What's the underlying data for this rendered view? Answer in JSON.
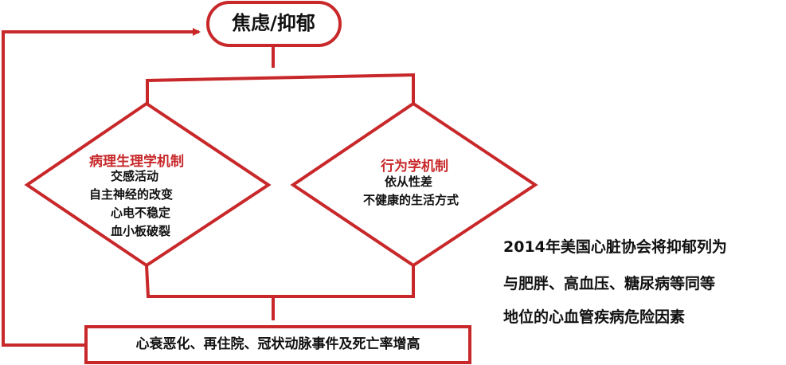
{
  "colors": {
    "accent": "#c8282a",
    "text": "#111111",
    "background": "#ffffff"
  },
  "top_node": {
    "label": "焦虑/抑郁"
  },
  "left_mechanism": {
    "title": "病理生理学机制",
    "items": [
      "交感活动",
      "自主神经的改变",
      "心电不稳定",
      "血小板破裂"
    ]
  },
  "right_mechanism": {
    "title": "行为学机制",
    "items": [
      "依从性差",
      "不健康的生活方式"
    ]
  },
  "outcome": {
    "label": "心衰恶化、再住院、冠状动脉事件及死亡率增高"
  },
  "note": {
    "lines": [
      "2014年美国心脏协会将抑郁列为",
      "与肥胖、高血压、糖尿病等同等",
      "地位的心血管疾病危险因素"
    ]
  }
}
